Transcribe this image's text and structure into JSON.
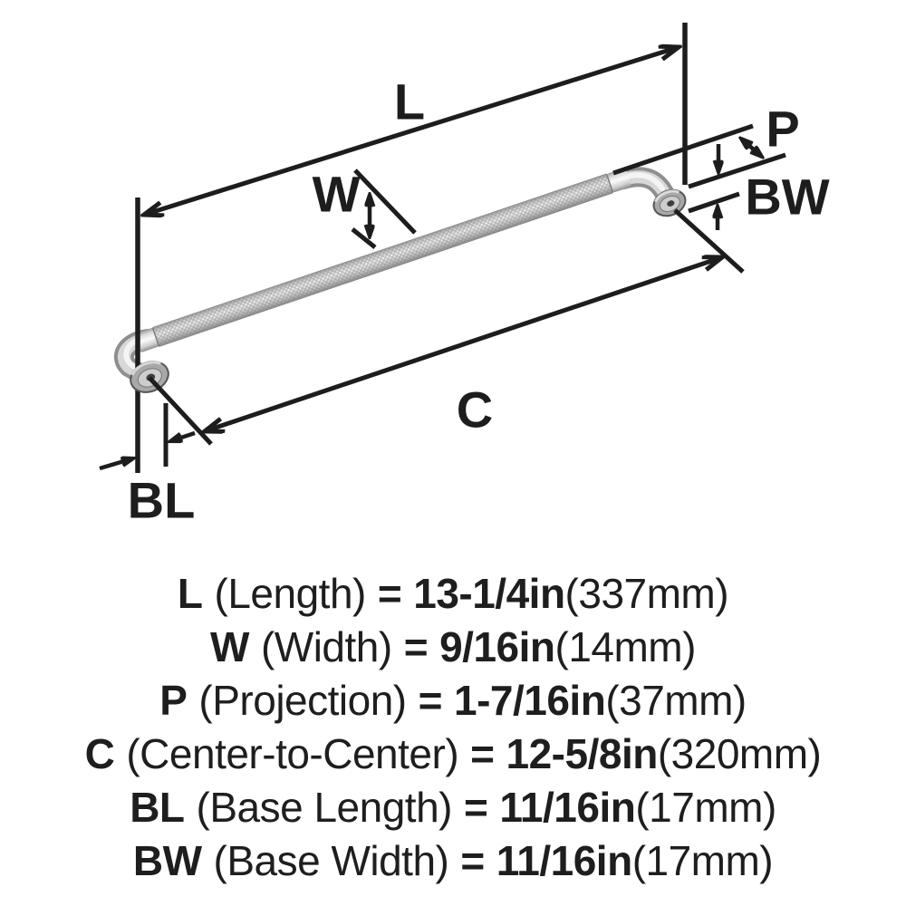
{
  "colors": {
    "background": "#ffffff",
    "line": "#1d1d1d",
    "text": "#1e1e1e",
    "metal_light": "#f0f0f0",
    "metal_dark": "#8a8a8a"
  },
  "diagram": {
    "dimension_labels": {
      "L": "L",
      "W": "W",
      "P": "P",
      "BW": "BW",
      "C": "C",
      "BL": "BL"
    }
  },
  "specs": [
    {
      "label": "L",
      "descriptor": "(Length)",
      "equals": "=",
      "value": "13-1/4in",
      "metric": "(337mm)"
    },
    {
      "label": "W",
      "descriptor": "(Width)",
      "equals": "=",
      "value": "9/16in",
      "metric": "(14mm)"
    },
    {
      "label": "P",
      "descriptor": "(Projection)",
      "equals": "=",
      "value": "1-7/16in",
      "metric": "(37mm)"
    },
    {
      "label": "C",
      "descriptor": "(Center-to-Center)",
      "equals": "=",
      "value": "12-5/8in",
      "metric": "(320mm)"
    },
    {
      "label": "BL",
      "descriptor": "(Base Length)",
      "equals": "=",
      "value": "11/16in",
      "metric": "(17mm)"
    },
    {
      "label": "BW",
      "descriptor": "(Base Width)",
      "equals": "=",
      "value": "11/16in",
      "metric": "(17mm)"
    }
  ]
}
